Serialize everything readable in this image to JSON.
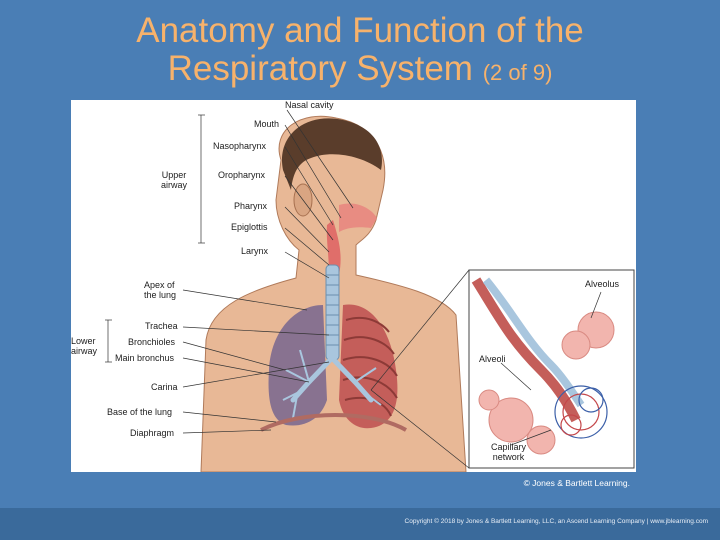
{
  "slide": {
    "title_line1": "Anatomy and Function of the",
    "title_line2": "Respiratory System",
    "title_part": "(2 of 9)"
  },
  "figure": {
    "labels": {
      "nasal_cavity": "Nasal cavity",
      "mouth": "Mouth",
      "nasopharynx": "Nasopharynx",
      "oropharynx": "Oropharynx",
      "pharynx": "Pharynx",
      "epiglottis": "Epiglottis",
      "larynx": "Larynx",
      "upper_airway": "Upper\nairway",
      "apex": "Apex of\nthe lung",
      "trachea": "Trachea",
      "bronchioles": "Bronchioles",
      "main_bronchus": "Main bronchus",
      "carina": "Carina",
      "base_lung": "Base of the lung",
      "diaphragm": "Diaphragm",
      "lower_airway": "Lower\nairway",
      "alveolus": "Alveolus",
      "alveoli": "Alveoli",
      "capillary": "Capillary\nnetwork"
    },
    "credit": "© Jones & Bartlett Learning."
  },
  "footer": {
    "copyright": "Copyright © 2018 by Jones & Bartlett Learning, LLC, an Ascend Learning Company | www.jblearning.com"
  }
}
